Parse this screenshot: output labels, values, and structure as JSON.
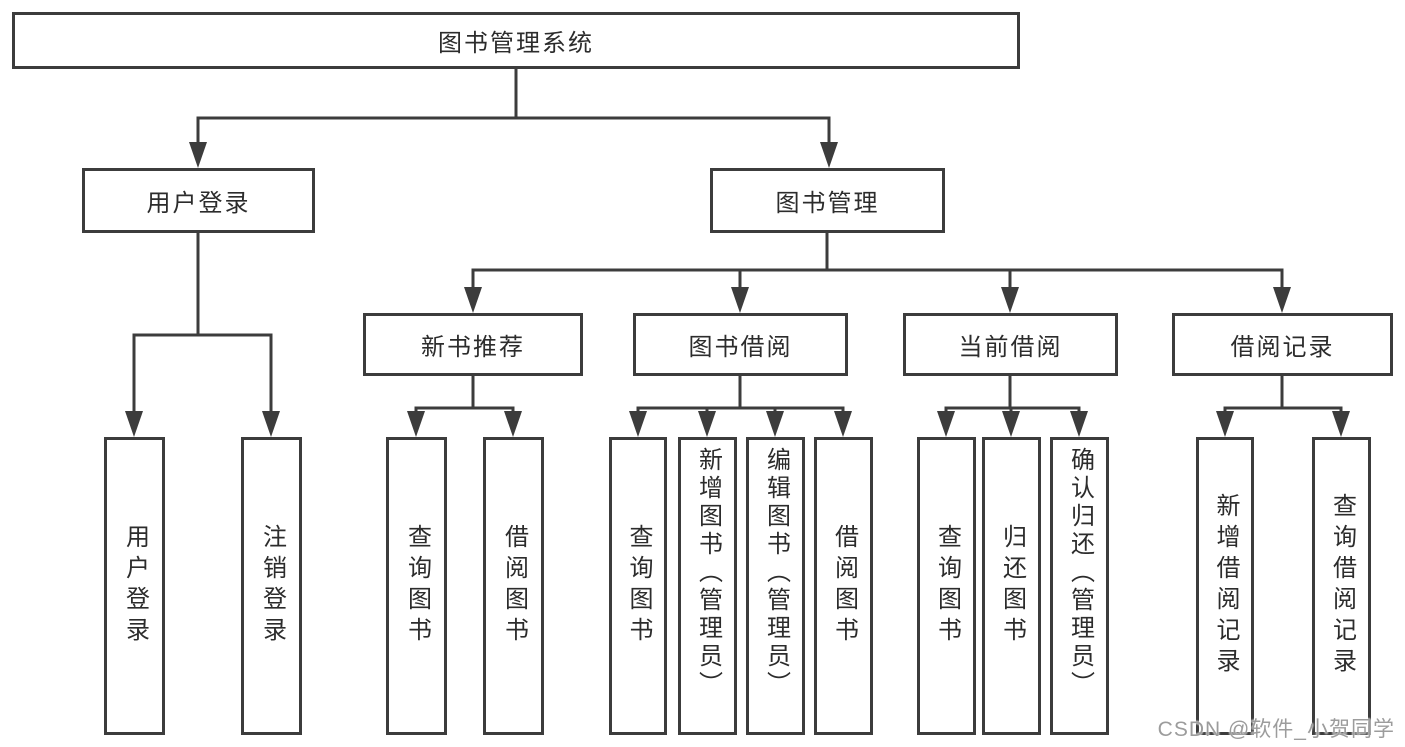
{
  "accent_colors": {
    "line": "#3c3c3c",
    "node_text": "#2c2c2c",
    "node_background": "#ffffff",
    "watermark": "#9c9c9c"
  },
  "tree": {
    "root": {
      "label": "图书管理系统",
      "children": [
        {
          "label": "用户登录",
          "children": [
            {
              "label": "用户登录"
            },
            {
              "label": "注销登录"
            }
          ]
        },
        {
          "label": "图书管理",
          "children": [
            {
              "label": "新书推荐",
              "children": [
                {
                  "label": "查询图书"
                },
                {
                  "label": "借阅图书"
                }
              ]
            },
            {
              "label": "图书借阅",
              "children": [
                {
                  "label": "查询图书"
                },
                {
                  "label": "新增图书（管理员）"
                },
                {
                  "label": "编辑图书（管理员）"
                },
                {
                  "label": "借阅图书"
                }
              ]
            },
            {
              "label": "当前借阅",
              "children": [
                {
                  "label": "查询图书"
                },
                {
                  "label": "归还图书"
                },
                {
                  "label": "确认归还（管理员）"
                }
              ]
            },
            {
              "label": "借阅记录",
              "children": [
                {
                  "label": "新增借阅记录"
                },
                {
                  "label": "查询借阅记录"
                }
              ]
            }
          ]
        }
      ]
    }
  },
  "watermark": {
    "text": "CSDN @软件_小贺同学"
  }
}
